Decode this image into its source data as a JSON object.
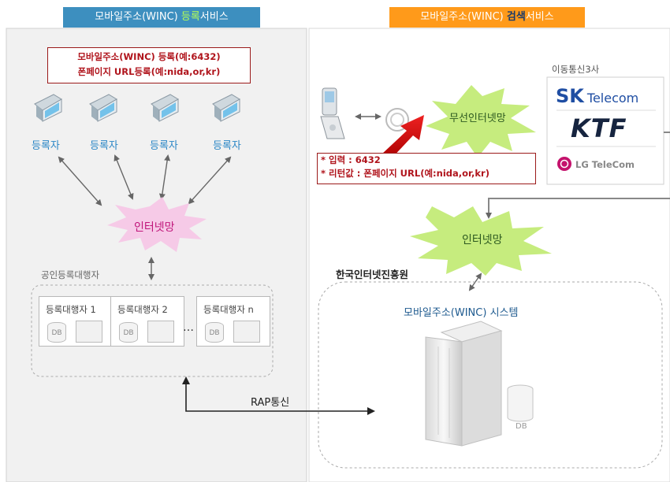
{
  "left_panel": {
    "header": {
      "prefix": "모바일주소(WINC) ",
      "highlight": "등록",
      "suffix": "서비스"
    },
    "info_box": {
      "line1": "모바일주소(WINC) 등록(예:6432)",
      "line2": "폰페이지 URL등록(예:nida,or,kr)"
    },
    "registrants": [
      "등록자",
      "등록자",
      "등록자",
      "등록자"
    ],
    "internet_label": "인터넷망",
    "agent_group_label": "공인등록대행자",
    "agents": [
      {
        "label": "등록대행자 1",
        "db": "DB"
      },
      {
        "label": "등록대행자 2",
        "db": "DB"
      },
      {
        "label": "등록대행자 n",
        "db": "DB"
      }
    ],
    "ellipsis": "…"
  },
  "right_panel": {
    "header": {
      "prefix": "모바일주소(WINC) ",
      "highlight": "검색",
      "suffix": "서비스"
    },
    "wireless_label": "무선인터넷망",
    "carriers_label": "이동통신3사",
    "carriers": {
      "sk_main": "SK",
      "sk_sub": "Telecom",
      "ktf": "KTF",
      "lg": "LG TeleCom",
      "lg_logo": "LG"
    },
    "query_box": {
      "line1": "* 입력 : 6432",
      "line2": "* 리턴값 : 폰페이지 URL(예:nida,or,kr)"
    },
    "internet_label": "인터넷망",
    "org_label": "한국인터넷진흥원",
    "system_label": "모바일주소(WINC) 시스템",
    "db_label": "DB"
  },
  "rap_label": "RAP통신",
  "colors": {
    "left_header_bg": "#3d8fbf",
    "left_header_highlight": "#b5ff55",
    "right_header_bg": "#ff9a1a",
    "right_header_highlight": "#1a3a6b",
    "left_panel_bg": "#f1f1f1",
    "pink_burst": "#f6c7e6",
    "green_burst": "#c6ec7e",
    "red_text": "#b0141c",
    "blue_text": "#2a86c6"
  }
}
